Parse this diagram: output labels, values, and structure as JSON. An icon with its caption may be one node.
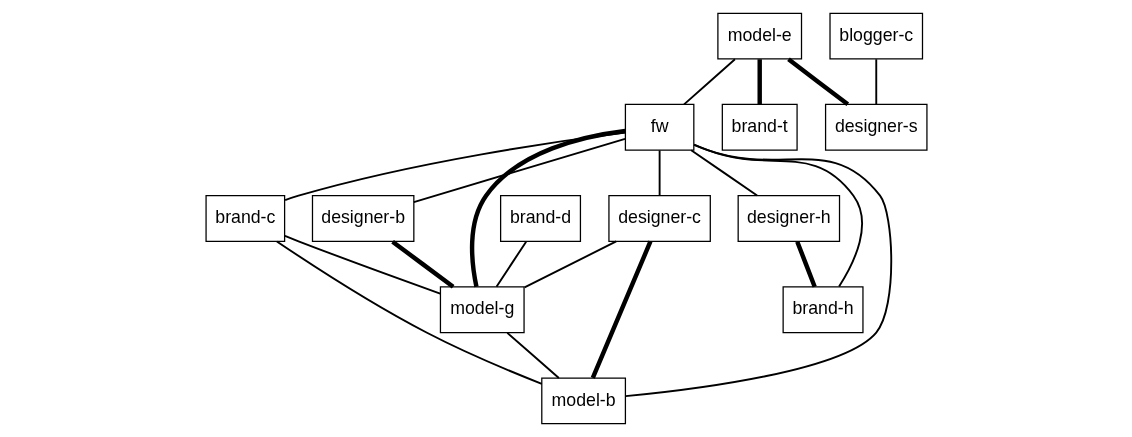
{
  "diagram": {
    "nodes": [
      {
        "text": [
          "model-e"
        ]
      },
      {
        "text": [
          "blogger-c"
        ]
      },
      {
        "text": [
          "fw"
        ]
      },
      {
        "text": [
          "brand-t"
        ]
      },
      {
        "text": [
          "designer-s"
        ]
      },
      {
        "text": [
          "brand-c"
        ]
      },
      {
        "text": [
          "brand-d"
        ]
      },
      {
        "text": [
          "designer-b"
        ]
      },
      {
        "text": [
          "designer-c"
        ]
      },
      {
        "text": [
          "designer-h"
        ]
      },
      {
        "text": [
          "model-g"
        ]
      },
      {
        "text": [
          "brand-h"
        ]
      },
      {
        "text": [
          "model-b"
        ]
      }
    ],
    "edges": [
      {
        "from": 0,
        "to": 2,
        "arrow": "none"
      },
      {
        "from": 0,
        "to": 3,
        "arrow": "none",
        "style": "thick"
      },
      {
        "from": 0,
        "to": 4,
        "arrow": "none",
        "style": "thick"
      },
      {
        "from": 1,
        "to": 4,
        "arrow": "none"
      },
      {
        "from": 2,
        "to": 5,
        "arrow": "none"
      },
      {
        "from": 2,
        "to": 7,
        "arrow": "none"
      },
      {
        "from": 2,
        "to": 10,
        "arrow": "none",
        "style": "thick"
      },
      {
        "from": 2,
        "to": 8,
        "arrow": "none"
      },
      {
        "from": 2,
        "to": 12,
        "arrow": "none"
      },
      {
        "from": 2,
        "to": 9,
        "arrow": "none"
      },
      {
        "from": 2,
        "to": 11,
        "arrow": "none"
      },
      {
        "from": 5,
        "to": 10,
        "arrow": "none"
      },
      {
        "from": 5,
        "to": 12,
        "arrow": "none"
      },
      {
        "from": 6,
        "to": 10,
        "arrow": "none"
      },
      {
        "from": 7,
        "to": 10,
        "arrow": "none",
        "style": "thick"
      },
      {
        "from": 8,
        "to": 10,
        "arrow": "none"
      },
      {
        "from": 8,
        "to": 12,
        "arrow": "none",
        "style": "thick"
      },
      {
        "from": 9,
        "to": 11,
        "arrow": "none",
        "style": "thick"
      },
      {
        "from": 10,
        "to": 12,
        "arrow": "none"
      }
    ]
  }
}
